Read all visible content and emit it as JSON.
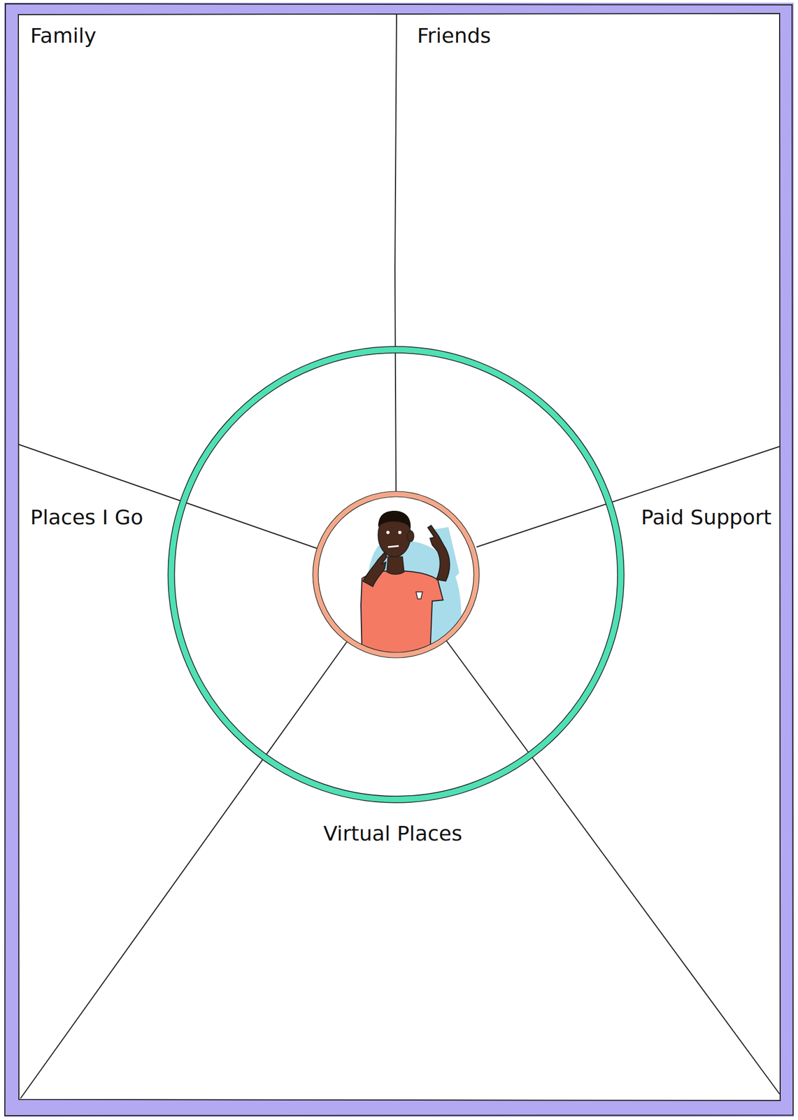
{
  "diagram": {
    "labels": [
      "Family",
      "Friends",
      "Places I Go",
      "Paid Support",
      "Virtual Places"
    ]
  }
}
